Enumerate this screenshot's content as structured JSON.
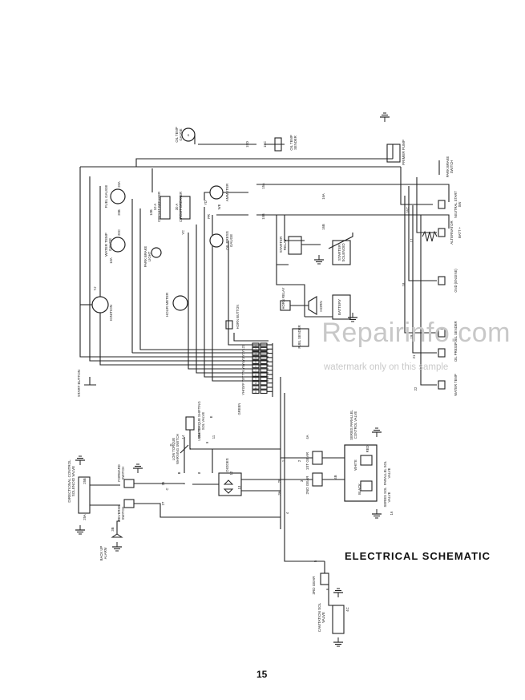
{
  "diagram": {
    "title": "ELECTRICAL SCHEMATIC",
    "page_number": "15",
    "watermark": "Repairinfo.com",
    "watermark_sub": "watermark only on this sample",
    "components": [
      {
        "id": "oil-temp-gauge",
        "label": "OIL TEMP GAUGE"
      },
      {
        "id": "oil-temp-sender",
        "label": "OIL TEMP SENDER"
      },
      {
        "id": "fuel-gauge",
        "label": "FUEL GAUGE"
      },
      {
        "id": "water-temp-gauge",
        "label": "WATER TEMP GAUGE"
      },
      {
        "id": "circuit-breaker-1",
        "label": "10 A CIRCUIT BREAKER"
      },
      {
        "id": "circuit-breaker-2",
        "label": "30 A CIRCUIT BREAKER"
      },
      {
        "id": "ammeter",
        "label": "AMMETER"
      },
      {
        "id": "oil-press-gauge",
        "label": "OIL PRESS GAUGE"
      },
      {
        "id": "park-brake-light",
        "label": "PARK BRAKE LIGHT"
      },
      {
        "id": "ignition",
        "label": "IGNITION"
      },
      {
        "id": "hour-meter",
        "label": "HOUR METER"
      },
      {
        "id": "horn-button",
        "label": "HORN BUTTON"
      },
      {
        "id": "horn-relay",
        "label": "HORN RELAY"
      },
      {
        "id": "horn",
        "label": "HORN"
      },
      {
        "id": "fuel-sender",
        "label": "FUEL SENDER"
      },
      {
        "id": "starter-relay",
        "label": "STARTER RELAY"
      },
      {
        "id": "starter-solenoid",
        "label": "STARTER SOLENOID"
      },
      {
        "id": "battery",
        "label": "BATTERY"
      },
      {
        "id": "primer-pump",
        "label": "PRIMER PUMP"
      },
      {
        "id": "park-brake-switch",
        "label": "PARK BRAKE SWITCH"
      },
      {
        "id": "neutral-start-sw",
        "label": "NEUTRAL START SW"
      },
      {
        "id": "alternator",
        "label": "ALTERNATOR"
      },
      {
        "id": "batt-plus",
        "label": "BATT +"
      },
      {
        "id": "gnd-engine",
        "label": "GND (ENGINE)"
      },
      {
        "id": "fuel-sender-2",
        "label": "FUEL SENDER"
      },
      {
        "id": "oil-press",
        "label": "OIL PRESS"
      },
      {
        "id": "water-temp",
        "label": "WATER TEMP"
      },
      {
        "id": "start-button",
        "label": "START BUTTON"
      },
      {
        "id": "low-torque-warning-switch",
        "label": "LOW TORQUE WARNING SWITCH"
      },
      {
        "id": "low-torque-shifting-sol-valve",
        "label": "LOW TORQUE SHIFTING SOL VALVE"
      },
      {
        "id": "diodes",
        "label": "DIODES"
      },
      {
        "id": "directional-control-solenoid-valve",
        "label": "DIRECTIONAL CONTROL SOLENOID VALVE"
      },
      {
        "id": "forward-switch",
        "label": "FORWARD SWITCH"
      },
      {
        "id": "reverse-switch",
        "label": "REVERSE SWITCH"
      },
      {
        "id": "back-up-alarm",
        "label": "BACK UP ALARM"
      },
      {
        "id": "gear-1",
        "label": "1ST GEAR"
      },
      {
        "id": "gear-2",
        "label": "2ND GEAR"
      },
      {
        "id": "gear-3",
        "label": "3RD GEAR"
      },
      {
        "id": "series-parallel-control-valve",
        "label": "SERIES PARALLEL CONTROL VALVE"
      },
      {
        "id": "parallel-sol-valve",
        "label": "PARALLEL SOL VALVE"
      },
      {
        "id": "series-sol-valve",
        "label": "SERIES SOL VALVE"
      },
      {
        "id": "cavitation-sol-valve",
        "label": "CAVITATION SOL VALVE"
      }
    ],
    "wire_labels": [
      "20A",
      "20B",
      "20C",
      "10A",
      "10B",
      "YC",
      "PR",
      "YD",
      "WE",
      "15A",
      "15B",
      "15C",
      "15D",
      "16A",
      "16B",
      "16C",
      "17",
      "18",
      "19",
      "21",
      "22",
      "23",
      "Y1",
      "Y2",
      "Y3",
      "Y4",
      "Y5",
      "Y6",
      "Y7",
      "Y8",
      "YF",
      "YG",
      "YH",
      "YJ",
      "25A",
      "25B",
      "26",
      "27",
      "28",
      "3A",
      "3B",
      "1",
      "2",
      "3",
      "4",
      "5",
      "6",
      "7",
      "8",
      "9",
      "11",
      "12",
      "13",
      "14",
      "B",
      "C",
      "D",
      "E",
      "GREEN",
      "WHITE",
      "WHITE",
      "BLACK",
      "RED",
      "16",
      "4A",
      "4B",
      "4C"
    ],
    "terminal_block_labels": [
      "1",
      "2",
      "3",
      "4",
      "5",
      "6",
      "7",
      "8",
      "9",
      "10",
      "11",
      "12"
    ]
  }
}
